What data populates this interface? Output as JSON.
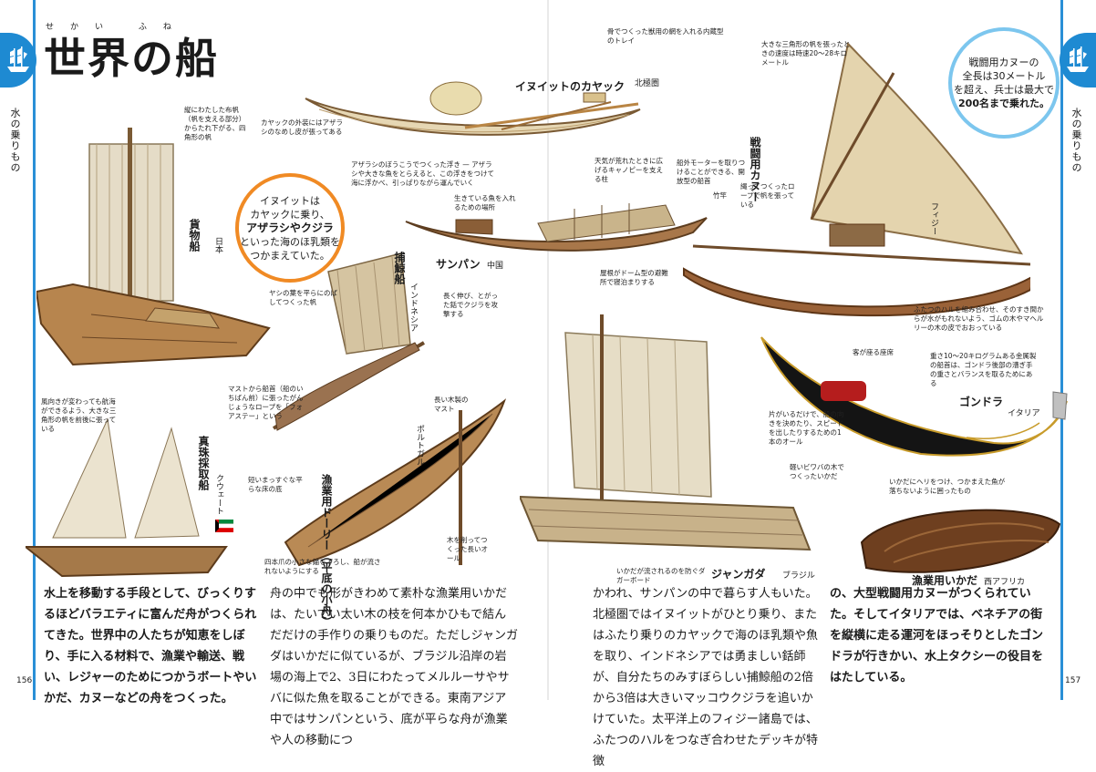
{
  "title": "世界の船",
  "title_ruby": "せかい ふね",
  "section_label": "水の乗りもの",
  "page_left": "156",
  "page_right": "157",
  "bubbles": {
    "inuit": [
      "イヌイットは",
      "カヤックに乗り、",
      "アザラシやクジラ",
      "といった海のほ乳類を",
      "つかまえていた。"
    ],
    "war": [
      "戦闘用カヌーの",
      "全長は30メートル",
      "を超え、兵士は最大で",
      "200名まで乗れた。"
    ]
  },
  "ships": {
    "kayak": {
      "name": "イヌイットのカヤック",
      "region": "北極圏"
    },
    "sampan": {
      "name": "サンパン",
      "region": "中国"
    },
    "war_canoe": {
      "name": "戦闘用カヌー",
      "region": "フィジー"
    },
    "japan": {
      "name": "貨物船",
      "region": "日本"
    },
    "whaler": {
      "name": "捕鯨船",
      "region": "インドネシア"
    },
    "dhow": {
      "name": "真珠採取船",
      "region": "クウェート"
    },
    "dory": {
      "name": "漁業用ドーリー（平底の小舟）",
      "region": "ポルトガル"
    },
    "jangada": {
      "name": "ジャンガダ",
      "region": "ブラジル"
    },
    "gondola": {
      "name": "ゴンドラ",
      "region": "イタリア"
    },
    "raft": {
      "name": "漁業用いかだ",
      "region": "西アフリカ"
    }
  },
  "notes": {
    "kayak_tray": "骨でつくった獣用の網を入れる内蔵型のトレイ",
    "kayak_hull": "カヤックの外装にはアザラシのなめし皮が張ってある",
    "kayak_float": "アザラシのぼうこうでつくった浮き — アザラシや大きな魚をとらえると、この浮きをつけて海に浮かべ、引っぱりながら運んでいく",
    "japan_sail": "縦にわたした布帆（帆を支える部分）からたれ下がる、四角形の帆",
    "sampan_net": "生きている魚を入れるための場所",
    "sampan_canopy": "天気が荒れたときに広げるキャノピーを支える柱",
    "sampan_roof": "屋根がドーム型の避難所で寝泊まりする",
    "war_triangle": "大きな三角形の帆を張ったときの速度は時速20〜28キロメートル",
    "war_motor": "船外モーターを取りつけることができる、開放型の船首",
    "war_rope": "縄ってつくったロープで帆を張っている",
    "war_pole": "竹竿",
    "war_hull": "ふたつのハルを組み合わせ、そのすき間からが水がもれないよう、ゴムの木やマヘルリーの木の皮でおおっている",
    "whaler_sail": "ヤシの葉を平らにのばしてつくった帆",
    "whaler_spear": "長く伸び、とがった銛でクジラを攻撃する",
    "whaler_rope": "マストから船首（船のいちばん前）に張ったがんじょうなロープを「フォアステー」という",
    "dhow_sail": "風向きが変わっても航海ができるよう、大きな三角形の帆を前後に張っている",
    "dory_mast": "長い木製のマスト",
    "dory_floor": "短いまっすぐな平らな床の底",
    "dory_oar": "木を削ってつくった長いオール",
    "dory_anchor": "四本爪の小さな錨を下ろし、船が流されないようにする",
    "jangada_board": "いかだが流されるのを防ぐダガーボード",
    "gondola_seat": "客が座る座席",
    "gondola_weight": "重さ10〜20キログラムある金属製の船首は、ゴンドラ後部の漕ぎ手の重さとバランスを取るためにある",
    "gondola_oar": "片がいるだけで、船の向きを決めたり、スピードを出したりするための1本のオール",
    "jangada_fish": "軽いビワバの木でつくったいかだ",
    "raft_note": "いかだにヘリをつけ、つかまえた魚が落ちないように囲ったもの"
  },
  "body": {
    "left_bold": "水上を移動する手段として、びっくりするほどバラエティに富んだ舟がつくられてきた。世界中の人たちが知恵をしぼり、手に入る材料で、漁業や輸送、戦い、レジャーのためにつかうボートやいかだ、カヌーなどの舟をつくった。",
    "left_mincho": "舟の中でも形がきわめて素朴な漁業用いかだは、たいてい太い木の枝を何本かひもで結んだだけの手作りの乗りものだ。ただしジャンガダはいかだに似ているが、ブラジル沿岸の岩場の海上で2、3日にわたってメルルーサやサバに似た魚を取ることができる。東南アジア中ではサンパンという、底が平らな舟が漁業や人の移動につ",
    "right_mincho": "かわれ、サンパンの中で暮らす人もいた。北極圏ではイヌイットがひとり乗り、またはふたり乗りのカヤックで海のほ乳類や魚を取り、インドネシアでは勇ましい銛師が、自分たちのみすぼらしい捕鯨船の2倍から3倍は大きいマッコウクジラを追いかけていた。太平洋上のフィジー諸島では、ふたつのハルをつなぎ合わせたデッキが特徴",
    "right_bold": "の、大型戦闘用カヌーがつくられていた。そしてイタリアでは、ベネチアの街を縦横に走る運河をほっそりとしたゴンドラが行きかい、水上タクシーの役目をはたしている。"
  }
}
